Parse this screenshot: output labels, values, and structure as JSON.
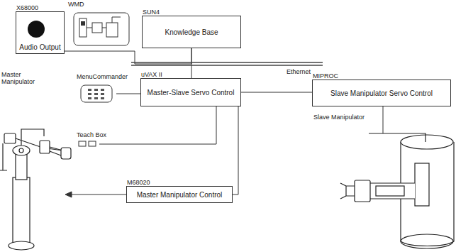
{
  "diagram": {
    "nodes": [
      {
        "text": [
          "X68000",
          "Audio Output"
        ]
      },
      {
        "text": [
          "WMD"
        ]
      },
      {
        "text": [
          "SUN4",
          "Knowledge Base"
        ]
      },
      {
        "text": [
          "MenuCommander"
        ]
      },
      {
        "text": [
          "uVAX II",
          "Master-Slave Servo Control"
        ]
      },
      {
        "text": [
          "MIPROC",
          "Slave Manipulator Servo Control"
        ]
      },
      {
        "text": [
          "Teach Box"
        ]
      },
      {
        "text": [
          "M68020",
          "Master Manipulator Control"
        ]
      }
    ],
    "edges": [
      {
        "from": 0,
        "to": 2,
        "arrow": "none"
      },
      {
        "from": 2,
        "to": 4,
        "arrow": "none"
      },
      {
        "from": 3,
        "to": 4,
        "arrow": "none"
      },
      {
        "from": 6,
        "to": 4,
        "arrow": "none"
      },
      {
        "from": 4,
        "to": 7,
        "arrow": "none"
      },
      {
        "from": 4,
        "to": 5,
        "arrow": "none"
      }
    ],
    "labels": [
      "Ethernet",
      "Master Manipulator",
      "Slave Manipulator"
    ]
  }
}
